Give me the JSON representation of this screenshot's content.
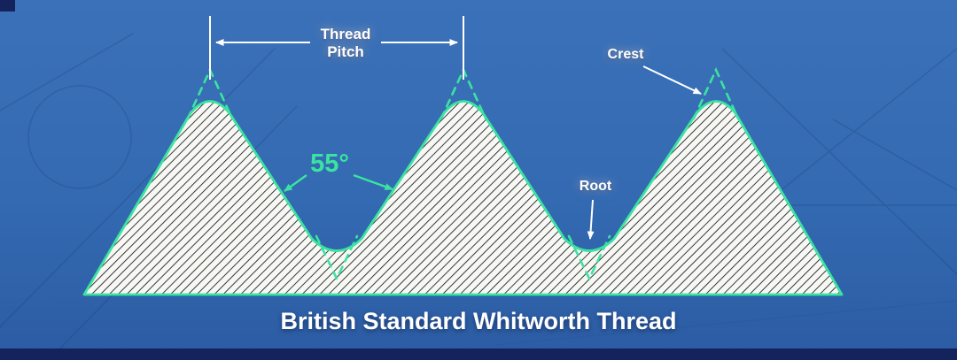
{
  "title": "British Standard Whitworth Thread",
  "annotations": {
    "pitch_line1": "Thread",
    "pitch_line2": "Pitch",
    "angle": "55°",
    "crest": "Crest",
    "root": "Root"
  },
  "diagram": {
    "thread_angle_deg": 55,
    "crest_count": 3,
    "root_count": 2,
    "profile_style": "rounded crests and roots with dashed theoretical sharp-vee extensions",
    "hatching": "diagonal section hatching inside thread profile"
  },
  "colors": {
    "profile_outline": "#3BE3A0",
    "hatch_fill": "#f7f7f4",
    "hatch_line": "#17171c",
    "annotation_text": "#ffffff",
    "angle_text": "#3BE3A0",
    "background_top": "#3B71B8",
    "background_bottom": "#2C5CA3",
    "bottom_bar": "#15235D"
  }
}
